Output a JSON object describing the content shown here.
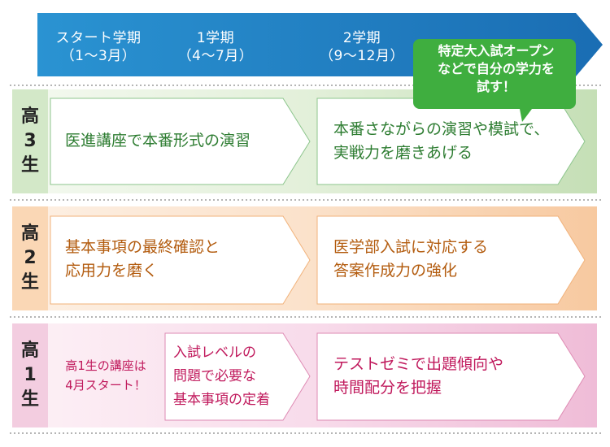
{
  "timeline": {
    "terms": [
      {
        "name": "スタート学期",
        "months": "（1～3月）"
      },
      {
        "name": "1学期",
        "months": "（4～7月）"
      },
      {
        "name": "2学期",
        "months": "（9～12月）"
      }
    ]
  },
  "callout": {
    "lines": [
      "特定大入試オープン",
      "などで自分の学力を",
      "試す！"
    ]
  },
  "grades": [
    {
      "label": [
        "高",
        "3",
        "生"
      ],
      "boxes": [
        {
          "lines": [
            "医進講座で本番形式の演習"
          ]
        },
        {
          "lines": [
            "本番さながらの演習や模試で、",
            "実戦力を磨きあげる"
          ]
        }
      ]
    },
    {
      "label": [
        "高",
        "2",
        "生"
      ],
      "boxes": [
        {
          "lines": [
            "基本事項の最終確認と",
            "応用力を磨く"
          ]
        },
        {
          "lines": [
            "医学部入試に対応する",
            "答案作成力の強化"
          ]
        }
      ]
    },
    {
      "label": [
        "高",
        "1",
        "生"
      ],
      "note": [
        "高1生の講座は",
        "4月スタート！"
      ],
      "boxes": [
        {
          "lines": [
            "入試レベルの",
            "問題で必要な",
            "基本事項の定着"
          ]
        },
        {
          "lines": [
            "テストゼミで出題傾向や",
            "時間配分を把握"
          ]
        }
      ]
    }
  ],
  "colors": {
    "timeline_start": "#2a93d2",
    "timeline_end": "#1a6db3",
    "callout": "#3fae3f",
    "grade3_bg": "#d3e8c8",
    "grade3_text": "#2e7d32",
    "grade3_border": "#8cc58c",
    "grade2_bg": "#fad7b5",
    "grade2_text": "#b35c0f",
    "grade2_border": "#f1b27a",
    "grade1_bg": "#f3cde0",
    "grade1_text": "#c0195c",
    "grade1_border": "#de8ab3"
  }
}
